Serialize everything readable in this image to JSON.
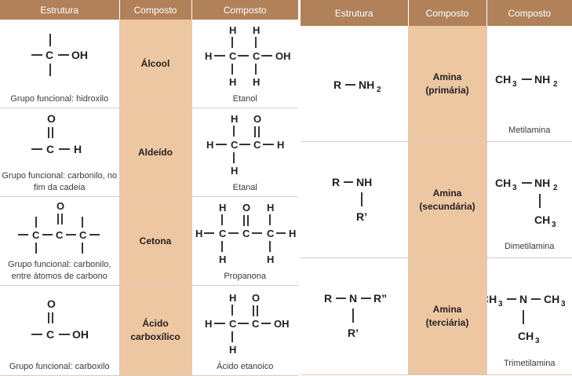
{
  "left_table": {
    "headers": [
      "Estrutura",
      "Composto",
      "Composto"
    ],
    "rows": [
      {
        "func_group": "Grupo funcional: hidroxilo",
        "class": "Álcool",
        "compound": "Etanol"
      },
      {
        "func_group": "Grupo funcional: carbonilo, no fim da cadeia",
        "class": "Aldeído",
        "compound": "Etanal"
      },
      {
        "func_group": "Grupo funcional: carbonilo, entre átomos de carbono",
        "class": "Cetona",
        "compound": "Propanona"
      },
      {
        "func_group": "Grupo funcional: carboxilo",
        "class": "Ácido carboxílico",
        "compound": "Ácido etanoico"
      }
    ]
  },
  "right_table": {
    "headers": [
      "Estrutura",
      "Composto",
      "Composto"
    ],
    "rows": [
      {
        "class": "Amina",
        "subclass": "(primária)",
        "compound": "Metilamina"
      },
      {
        "class": "Amina",
        "subclass": "(secundária)",
        "compound": "Dimetilamina"
      },
      {
        "class": "Amina",
        "subclass": "(terciária)",
        "compound": "Trimetilamina"
      }
    ]
  },
  "atoms": {
    "C": "C",
    "H": "H",
    "O": "O",
    "OH": "OH",
    "N": "N",
    "R": "R",
    "R1": "R’",
    "R2": "R”",
    "NH": "NH",
    "NH2": "NH",
    "CH3": "CH",
    "sub2": "2",
    "sub3": "3"
  },
  "colors": {
    "header_bg": "#b1825a",
    "class_bg": "#edc7a2",
    "grid": "#d8cbbd"
  }
}
